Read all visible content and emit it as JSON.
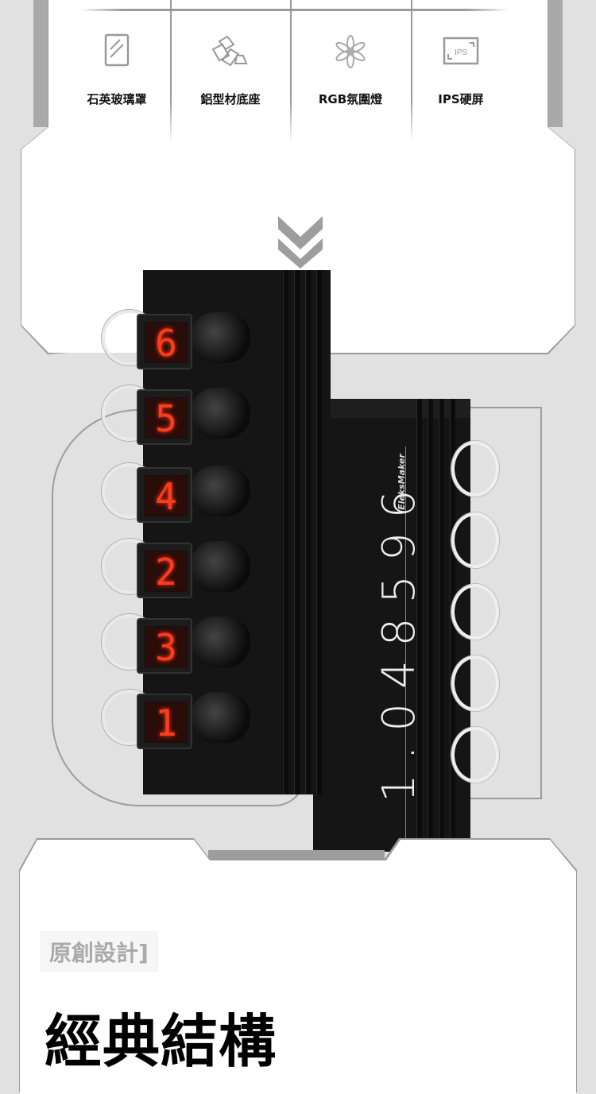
{
  "features": [
    {
      "icon": "glass-cover-icon",
      "label": "石英玻璃罩"
    },
    {
      "icon": "aluminum-bars-icon",
      "label": "鋁型材底座"
    },
    {
      "icon": "rgb-flower-icon",
      "label": "RGB氛圍燈"
    },
    {
      "icon": "ips-screen-icon",
      "label": "IPS硬屏"
    }
  ],
  "ips_icon_text": "IPS",
  "device": {
    "tube_digits": [
      "6",
      "5",
      "4",
      "2",
      "3",
      "1"
    ],
    "screen_number": "1.048596",
    "brand": "EleksMaker",
    "tube_color": "#ff3b1e"
  },
  "section": {
    "subtitle": "原創設計]",
    "title": "經典結構"
  }
}
